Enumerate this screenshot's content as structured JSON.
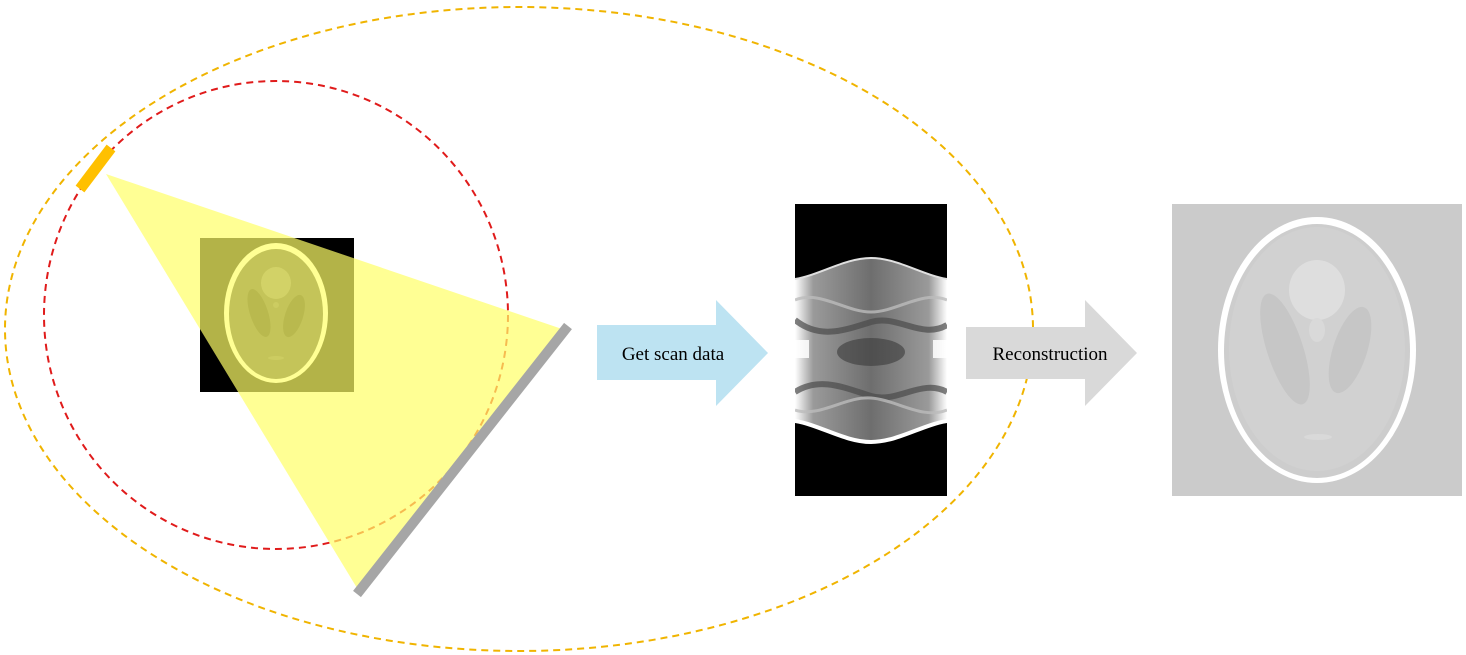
{
  "arrows": {
    "scan_label": "Get scan data",
    "recon_label": "Reconstruction"
  },
  "colors": {
    "outer_orbit": "#f0b400",
    "inner_orbit": "#e01b1b",
    "source": "#ffc000",
    "beam": "#ffff66",
    "detector": "#a6a6a6",
    "scan_arrow": "#bde3f2",
    "recon_arrow": "#d9d9d9",
    "phantom_background": "#000000",
    "reconstruction_background": "#cbcbcb"
  },
  "icons": {
    "source": "xray-source-icon",
    "detector": "detector-panel-icon",
    "phantom": "shepp-logan-phantom",
    "sinogram": "sinogram-image",
    "reconstruction": "reconstructed-phantom-image"
  }
}
